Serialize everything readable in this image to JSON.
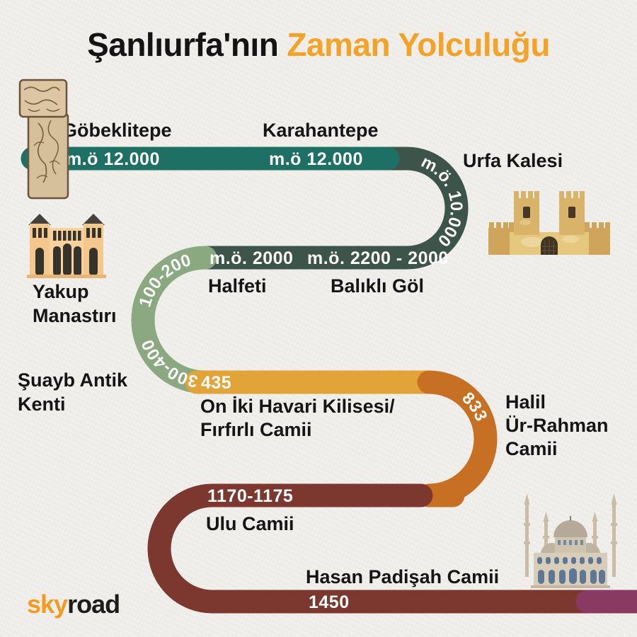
{
  "title": {
    "part1": "Şanlıurfa'nın",
    "part2": "Zaman Yolculuğu"
  },
  "stops": [
    {
      "name": "Göbeklitepe",
      "era": "m.ö 12.000"
    },
    {
      "name": "Karahantepe",
      "era": "m.ö 12.000"
    },
    {
      "name": "Urfa Kalesi",
      "era": "m.ö. 10.000"
    },
    {
      "name": "Balıklı Göl",
      "era": "m.ö. 2200 - 2000"
    },
    {
      "name": "Halfeti",
      "era": "m.ö. 2000"
    },
    {
      "name": "Yakup Manastırı",
      "era": "100-200",
      "name_lines": [
        "Yakup",
        "Manastırı"
      ]
    },
    {
      "name": "Şuayb Antik Kenti",
      "era": "300-400",
      "name_lines": [
        "Şuayb Antik",
        "Kenti"
      ]
    },
    {
      "name": "On İki Havari Kilisesi / Fırfırlı Camii",
      "era": "435",
      "name_lines": [
        "On İki Havari Kilisesi/",
        "Fırfırlı Camii"
      ]
    },
    {
      "name": "Halil Ür-Rahman Camii",
      "era": "833",
      "name_lines": [
        "Halil",
        "Ür-Rahman",
        "Camii"
      ]
    },
    {
      "name": "Ulu Camii",
      "era": "1170-1175"
    },
    {
      "name": "Hasan Padişah Camii",
      "era": "1450"
    }
  ],
  "footer": {
    "logo_part1": "sky",
    "logo_part2": "road"
  },
  "colors": {
    "background": "#f2f0ec",
    "title_dark": "#161412",
    "title_accent": "#f5a228",
    "teal": "#1e6f64",
    "dark_slate": "#3d544b",
    "sage": "#8ba981",
    "yellow": "#e2a438",
    "orange": "#c76f22",
    "maroon": "#7c382f",
    "plum": "#8a3a62",
    "logo_orange": "#f49b1f",
    "logo_black": "#1c1c1c"
  },
  "icons": [
    {
      "name": "gobeklitepe-pillar-icon"
    },
    {
      "name": "urfa-castle-icon"
    },
    {
      "name": "yakup-monastery-icon"
    },
    {
      "name": "mosque-icon"
    }
  ]
}
